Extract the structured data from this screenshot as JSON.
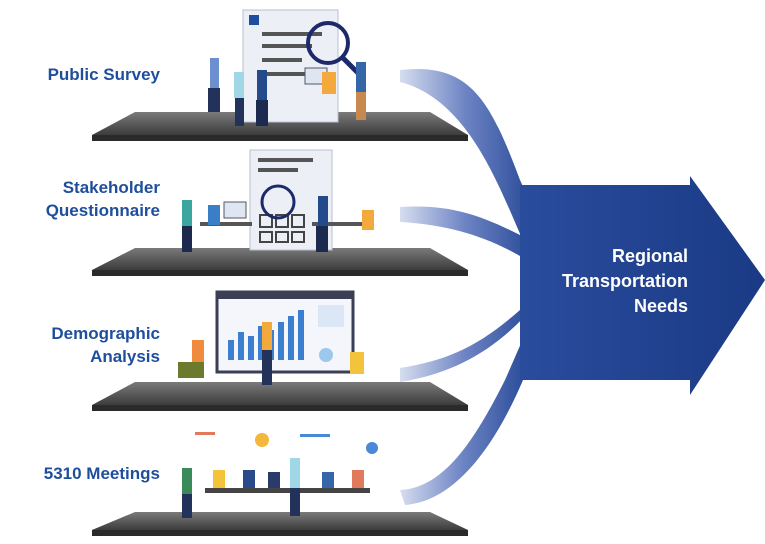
{
  "inputs": [
    {
      "label": "Public Survey"
    },
    {
      "label_line1": "Stakeholder",
      "label_line2": "Questionnaire"
    },
    {
      "label_line1": "Demographic",
      "label_line2": "Analysis"
    },
    {
      "label": "5310 Meetings"
    }
  ],
  "output": {
    "line1": "Regional",
    "line2": "Transportation",
    "line3": "Needs"
  },
  "colors": {
    "arrow_dark": "#1c3f8f",
    "arrow_light": "#c9d3ea",
    "label": "#1f4e9c",
    "platform": "#4a4a4a"
  }
}
